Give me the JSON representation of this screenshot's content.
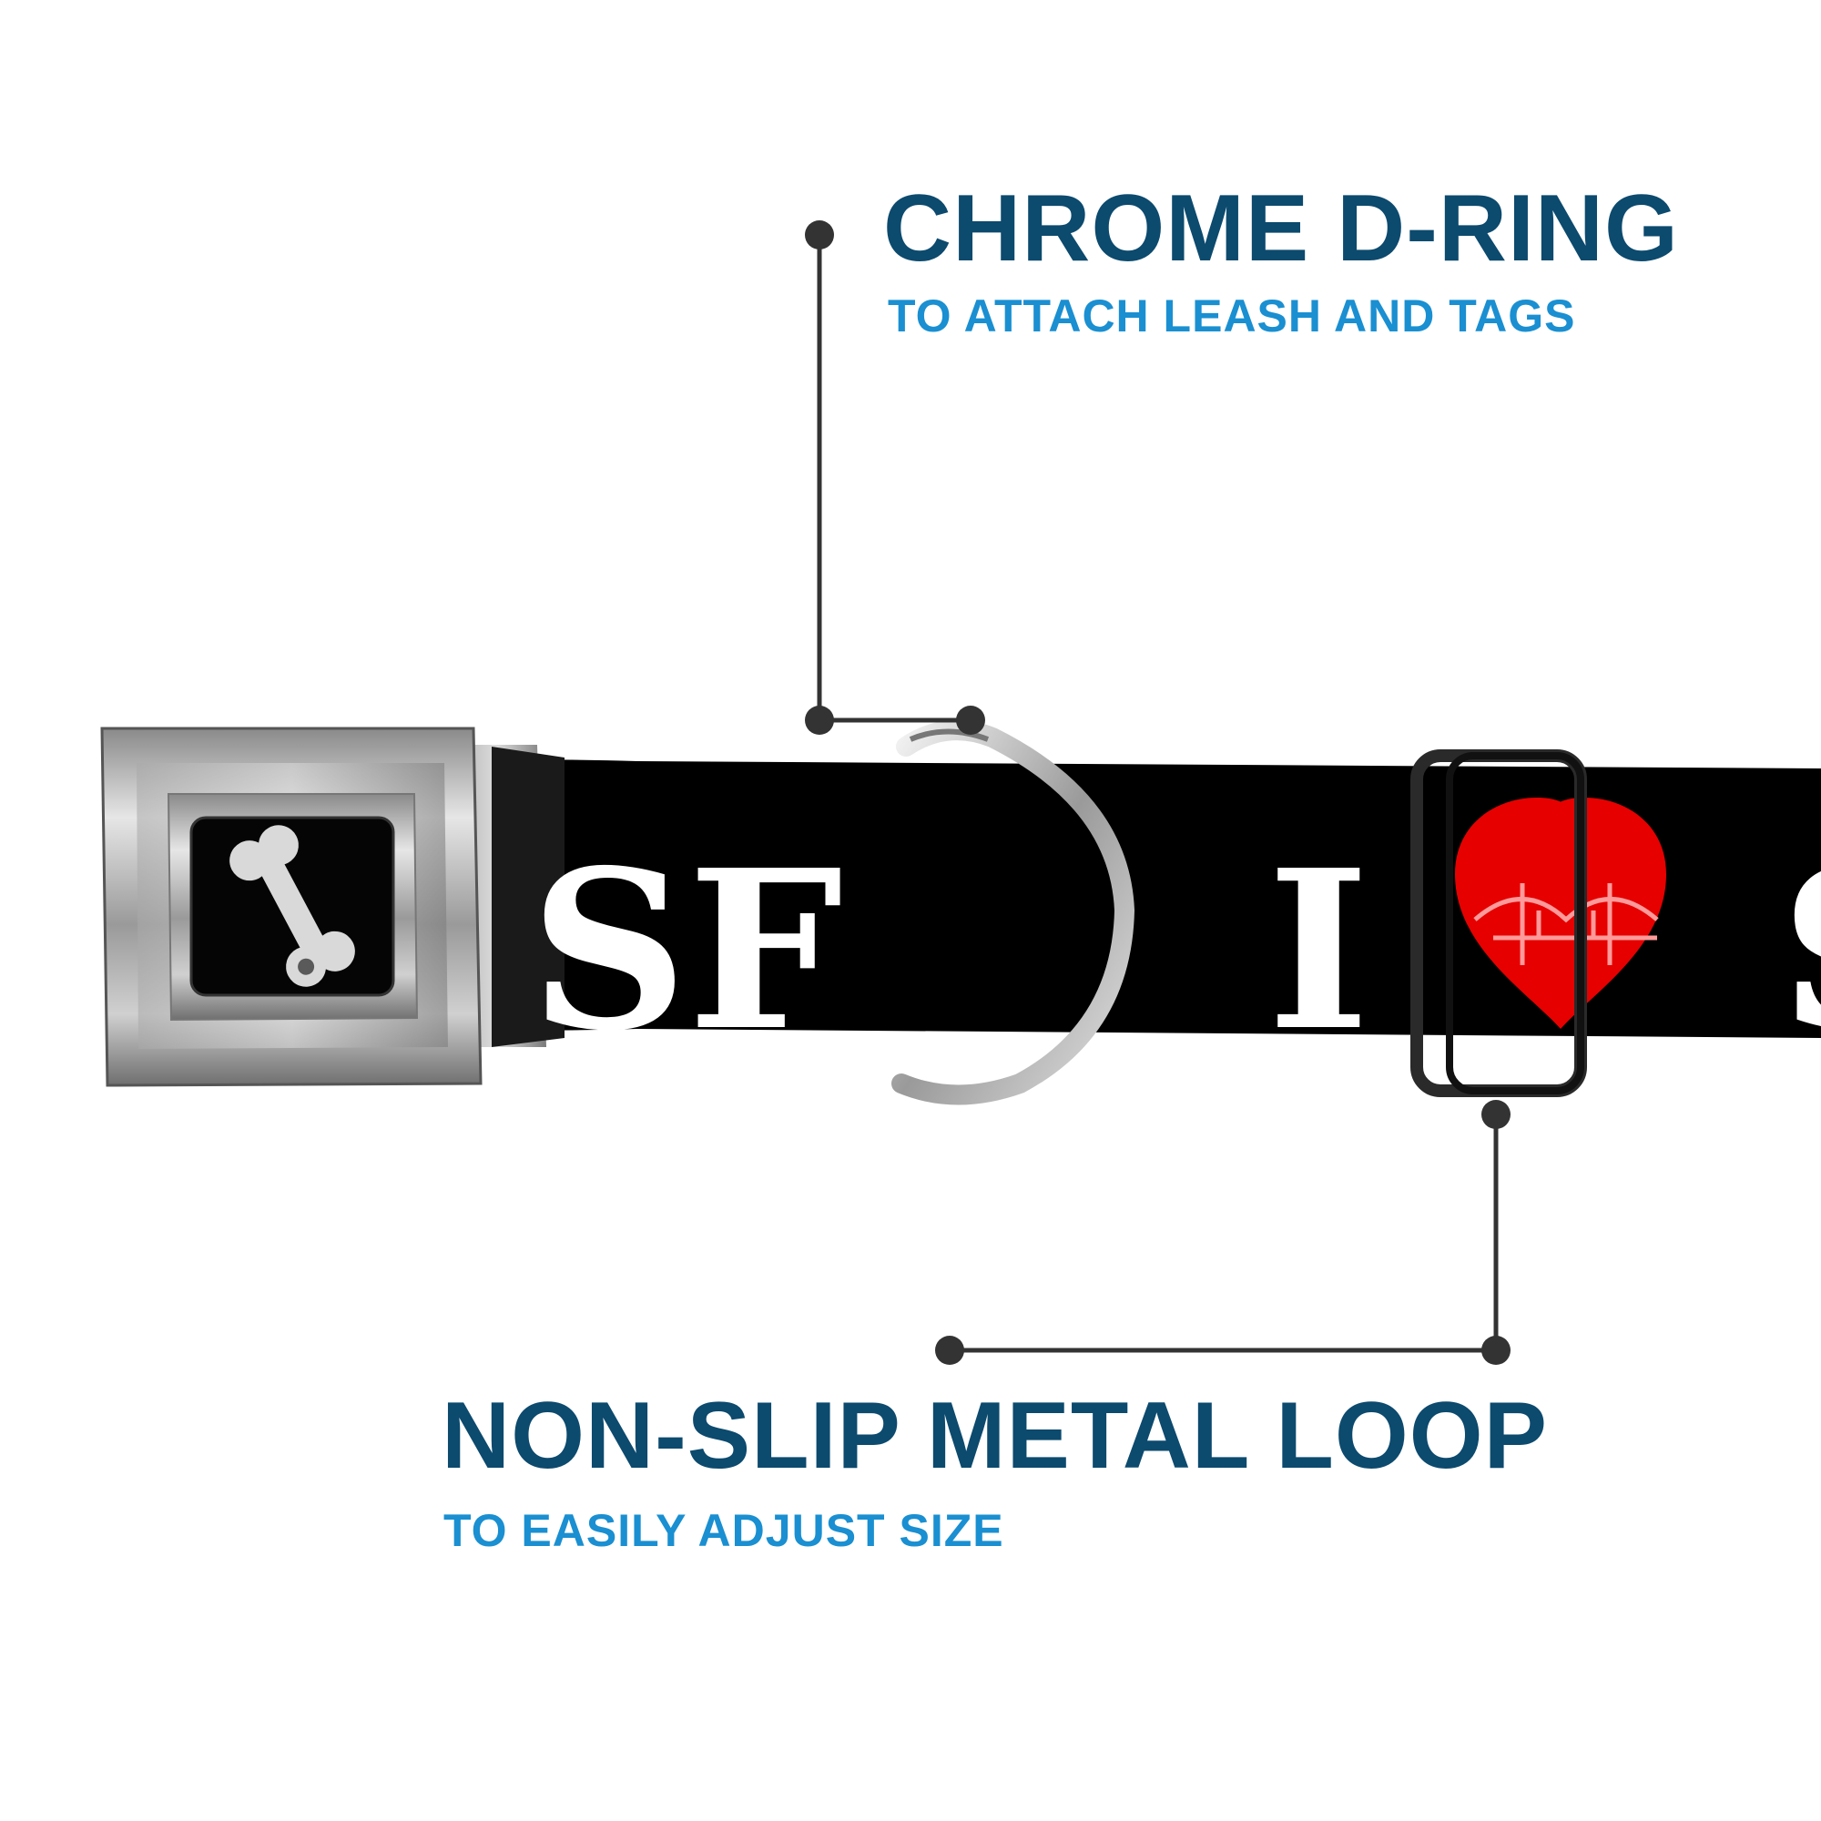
{
  "callouts": {
    "d_ring": {
      "title": "CHROME D-RING",
      "subtitle": "TO ATTACH LEASH AND TAGS"
    },
    "loop": {
      "title": "NON-SLIP METAL LOOP",
      "subtitle": "TO EASILY ADJUST SIZE"
    }
  },
  "collar": {
    "print_text_1": "SF",
    "print_text_2": "I",
    "print_text_3": "S"
  },
  "colors": {
    "title": "#0c4a6e",
    "subtitle": "#1a8fd1",
    "strap": "#000000",
    "heart": "#e60000",
    "connector": "#333333"
  },
  "icons": {
    "buckle_emblem": "bone-icon",
    "heart_print": "heart-bridge-icon"
  }
}
